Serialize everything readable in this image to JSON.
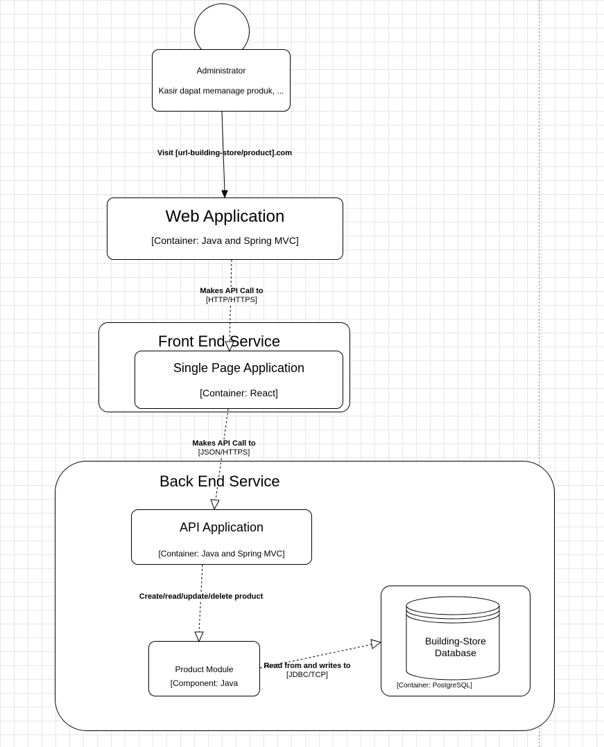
{
  "administrator": {
    "name": "Administrator",
    "description": "Kasir dapat memanage produk, ..."
  },
  "web_app": {
    "title": "Web Application",
    "tech": "[Container: Java and Spring MVC]"
  },
  "front_end": {
    "boundary_title": "Front End Service",
    "spa": {
      "title": "Single Page Application",
      "tech": "[Container: React]"
    }
  },
  "back_end": {
    "boundary_title": "Back End Service",
    "api": {
      "title": "API Application",
      "tech": "[Container: Java and Spring MVC]"
    },
    "product_module": {
      "title": "Product Module",
      "tech": "[Component: Java"
    },
    "database": {
      "title_line1": "Building-Store",
      "title_line2": "Database",
      "tech": "[Container: PostgreSQL]"
    }
  },
  "edges": {
    "visit": "Visit [url-building-store/product].com",
    "api_call_1_line1": "Makes API Call to",
    "api_call_1_line2": "[HTTP/HTTPS]",
    "api_call_2_line1": "Makes API Call to",
    "api_call_2_line2": "[JSON/HTTPS]",
    "crud": "Create/read/update/delete product",
    "db_line1": "Read from and writes to",
    "db_line2": "[JDBC/TCP]"
  }
}
